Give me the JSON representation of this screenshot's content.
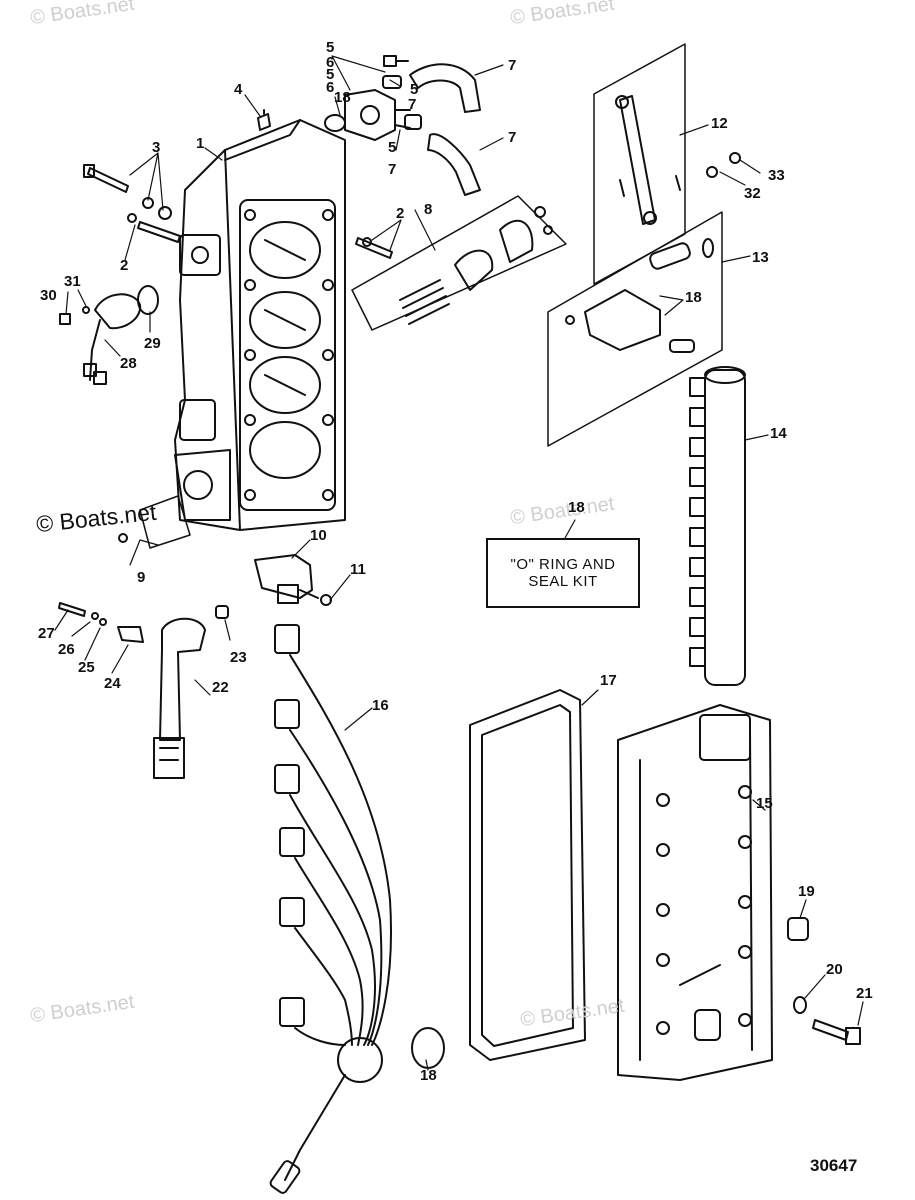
{
  "watermarks": {
    "top_left": "© Boats.net",
    "top_center": "© Boats.net",
    "mid_left": "© Boats.net",
    "mid_right": "© Boats.net",
    "bottom_left": "© Boats.net",
    "bottom_center": "© Boats.net"
  },
  "callouts": [
    "1",
    "2",
    "2",
    "3",
    "4",
    "5",
    "5",
    "5",
    "5",
    "6",
    "6",
    "7",
    "7",
    "7",
    "7",
    "8",
    "9",
    "10",
    "11",
    "12",
    "13",
    "14",
    "15",
    "16",
    "17",
    "18",
    "18",
    "18",
    "18",
    "19",
    "20",
    "21",
    "22",
    "23",
    "24",
    "25",
    "26",
    "27",
    "28",
    "29",
    "30",
    "31",
    "32",
    "33"
  ],
  "kit_box": {
    "line1": "\"O\" RING AND",
    "line2": "SEAL KIT"
  },
  "figure_number": "30647",
  "colors": {
    "line": "#111111",
    "watermark": "#cfcfcf",
    "background": "#ffffff"
  }
}
